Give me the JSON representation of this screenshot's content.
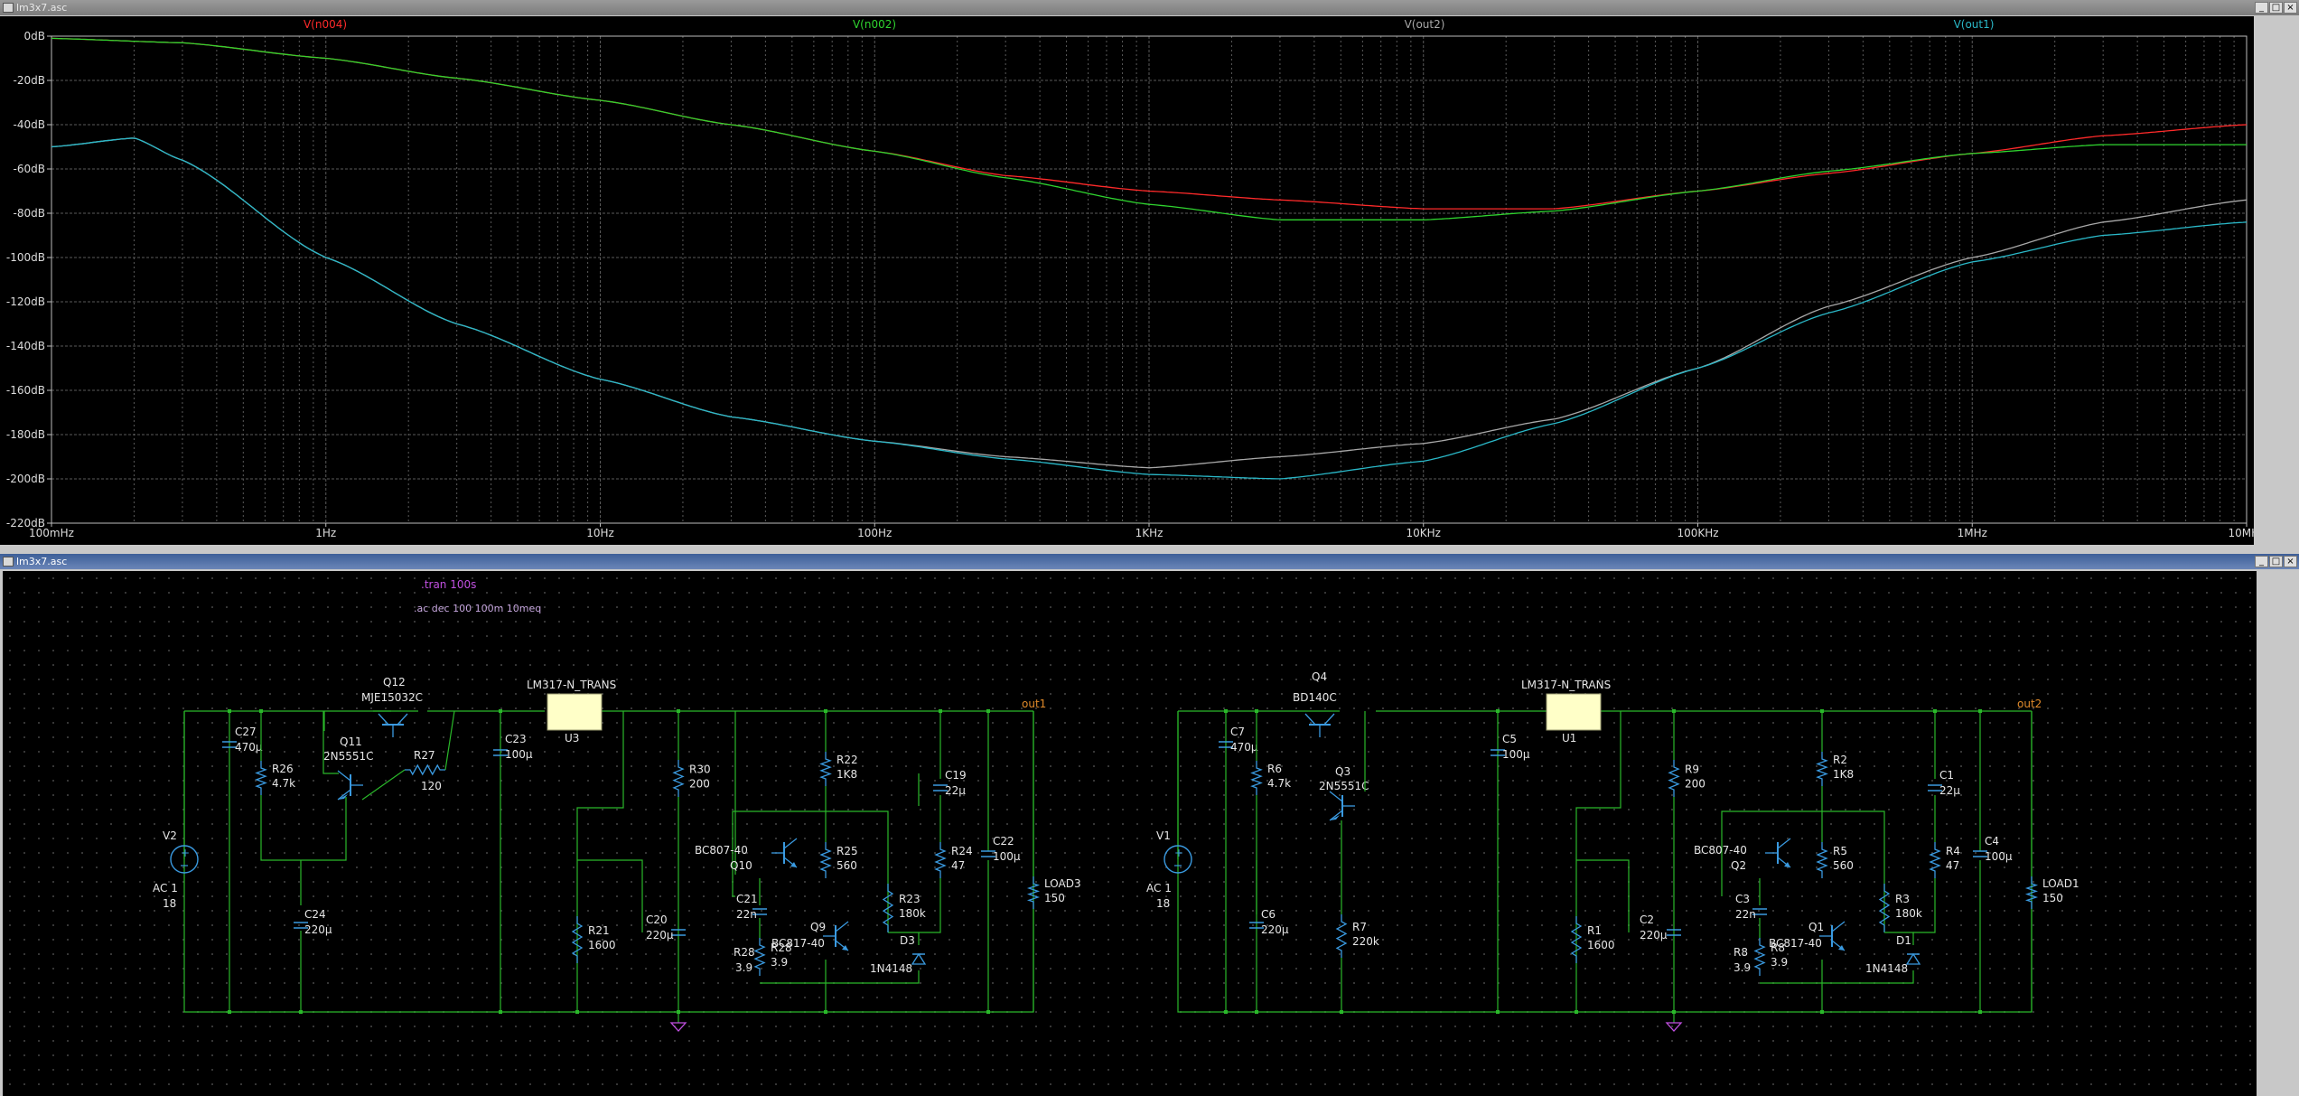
{
  "plot_window": {
    "title": "lm3x7.asc",
    "buttons": [
      "_",
      "□",
      "×"
    ]
  },
  "schematic_window": {
    "title": "lm3x7.asc",
    "buttons": [
      "_",
      "□",
      "×"
    ]
  },
  "colors": {
    "trace_n004": "#ff2a2a",
    "trace_n002": "#2fd42f",
    "trace_out2": "#a8a8a8",
    "trace_out1": "#2ab8c8",
    "wire": "#2ab82a",
    "component": "#3a9ae0",
    "text": "#e6e6e6",
    "directive": "#c050e0",
    "netlabel": "#e08a2a",
    "ic_fill": "#ffffc8"
  },
  "chart_data": {
    "type": "line",
    "x_scale": "log",
    "xlim": [
      0.1,
      10000000
    ],
    "ylim": [
      -220,
      0
    ],
    "grid": true,
    "x_ticks": [
      0.1,
      1,
      10,
      100,
      1000,
      10000,
      100000,
      1000000,
      10000000
    ],
    "x_tick_labels": [
      "100mHz",
      "1Hz",
      "10Hz",
      "100Hz",
      "1KHz",
      "10KHz",
      "100KHz",
      "1MHz",
      "10MHz"
    ],
    "y_ticks": [
      0,
      -20,
      -40,
      -60,
      -80,
      -100,
      -120,
      -140,
      -160,
      -180,
      -200,
      -220
    ],
    "y_tick_labels": [
      "0dB",
      "-20dB",
      "-40dB",
      "-60dB",
      "-80dB",
      "-100dB",
      "-120dB",
      "-140dB",
      "-160dB",
      "-180dB",
      "-200dB",
      "-220dB"
    ],
    "series": [
      {
        "name": "V(n004)",
        "color": "#ff2a2a",
        "x": [
          0.1,
          0.3,
          1,
          3,
          10,
          30,
          100,
          300,
          1000,
          3000,
          10000,
          30000,
          100000,
          300000,
          1000000,
          3000000,
          10000000
        ],
        "y": [
          -1,
          -3,
          -10,
          -19,
          -29,
          -40,
          -52,
          -63,
          -70,
          -74,
          -78,
          -78,
          -70,
          -62,
          -53,
          -45,
          -40
        ]
      },
      {
        "name": "V(n002)",
        "color": "#2fd42f",
        "x": [
          0.1,
          0.3,
          1,
          3,
          10,
          30,
          100,
          300,
          1000,
          3000,
          10000,
          30000,
          100000,
          300000,
          1000000,
          3000000,
          10000000
        ],
        "y": [
          -1,
          -3,
          -10,
          -19,
          -29,
          -40,
          -52,
          -64,
          -76,
          -83,
          -83,
          -79,
          -70,
          -61,
          -53,
          -49,
          -49
        ]
      },
      {
        "name": "V(out2)",
        "color": "#a8a8a8",
        "x": [
          0.1,
          0.2,
          0.3,
          1,
          3,
          10,
          30,
          100,
          300,
          1000,
          3000,
          10000,
          30000,
          100000,
          300000,
          1000000,
          3000000,
          10000000
        ],
        "y": [
          -50,
          -46,
          -56,
          -100,
          -130,
          -155,
          -172,
          -183,
          -190,
          -195,
          -190,
          -184,
          -173,
          -150,
          -122,
          -100,
          -84,
          -74
        ]
      },
      {
        "name": "V(out1)",
        "color": "#2ab8c8",
        "x": [
          0.1,
          0.2,
          0.3,
          1,
          3,
          10,
          30,
          100,
          300,
          1000,
          3000,
          10000,
          30000,
          100000,
          300000,
          1000000,
          3000000,
          10000000
        ],
        "y": [
          -50,
          -46,
          -56,
          -100,
          -130,
          -155,
          -172,
          -183,
          -191,
          -198,
          -200,
          -192,
          -175,
          -150,
          -125,
          -102,
          -90,
          -84
        ]
      }
    ]
  },
  "schematic": {
    "directives": [
      ".tran 100s",
      ".ac dec 100 100m 10meq"
    ],
    "left": {
      "ic_part": "LM317-N_TRANS",
      "ic_ref": "U3",
      "out_label": "out1",
      "parts": {
        "V2": [
          "V2",
          "AC 1",
          "18"
        ],
        "C27": [
          "C27",
          "470µ"
        ],
        "R26": [
          "R26",
          "4.7k"
        ],
        "C24": [
          "C24",
          "220µ"
        ],
        "Q12": [
          "Q12",
          "MJE15032C"
        ],
        "Q11": [
          "Q11",
          "2N5551C"
        ],
        "R27": [
          "R27",
          "120"
        ],
        "C23": [
          "C23",
          "100µ"
        ],
        "R30": [
          "R30",
          "200"
        ],
        "R21": [
          "R21",
          "1600"
        ],
        "C20": [
          "C20",
          "220µ"
        ],
        "R22": [
          "R22",
          "1K8"
        ],
        "Q10": [
          "BC807-40",
          "Q10"
        ],
        "R25": [
          "R25",
          "560"
        ],
        "C21": [
          "C21",
          "22n"
        ],
        "R28": [
          "R28",
          "3.9"
        ],
        "Q9": [
          "Q9",
          "BC817-40"
        ],
        "R23": [
          "R23",
          "180k"
        ],
        "D3": [
          "D3",
          "1N4148"
        ],
        "C19": [
          "C19",
          "22µ"
        ],
        "R24": [
          "R24",
          "47"
        ],
        "C22": [
          "C22",
          "100µ"
        ],
        "LOAD": [
          "LOAD3",
          "150"
        ]
      }
    },
    "right": {
      "ic_part": "LM317-N_TRANS",
      "ic_ref": "U1",
      "out_label": "out2",
      "parts": {
        "V1": [
          "V1",
          "AC 1",
          "18"
        ],
        "C7": [
          "C7",
          "470µ"
        ],
        "R6": [
          "R6",
          "4.7k"
        ],
        "C6": [
          "C6",
          "220µ"
        ],
        "Q4": [
          "Q4",
          "BD140C"
        ],
        "Q3": [
          "Q3",
          "2N5551C"
        ],
        "R7": [
          "R7",
          "220k"
        ],
        "C5": [
          "C5",
          "100µ"
        ],
        "R9": [
          "R9",
          "200"
        ],
        "R1": [
          "R1",
          "1600"
        ],
        "C2": [
          "C2",
          "220µ"
        ],
        "R2": [
          "R2",
          "1K8"
        ],
        "Q2": [
          "BC807-40",
          "Q2"
        ],
        "R5": [
          "R5",
          "560"
        ],
        "C3": [
          "C3",
          "22n"
        ],
        "R8": [
          "R8",
          "3.9"
        ],
        "Q1": [
          "Q1",
          "BC817-40"
        ],
        "R3": [
          "R3",
          "180k"
        ],
        "D1": [
          "D1",
          "1N4148"
        ],
        "C1": [
          "C1",
          "22µ"
        ],
        "R4": [
          "R4",
          "47"
        ],
        "C4": [
          "C4",
          "100µ"
        ],
        "LOAD": [
          "LOAD1",
          "150"
        ]
      }
    }
  }
}
